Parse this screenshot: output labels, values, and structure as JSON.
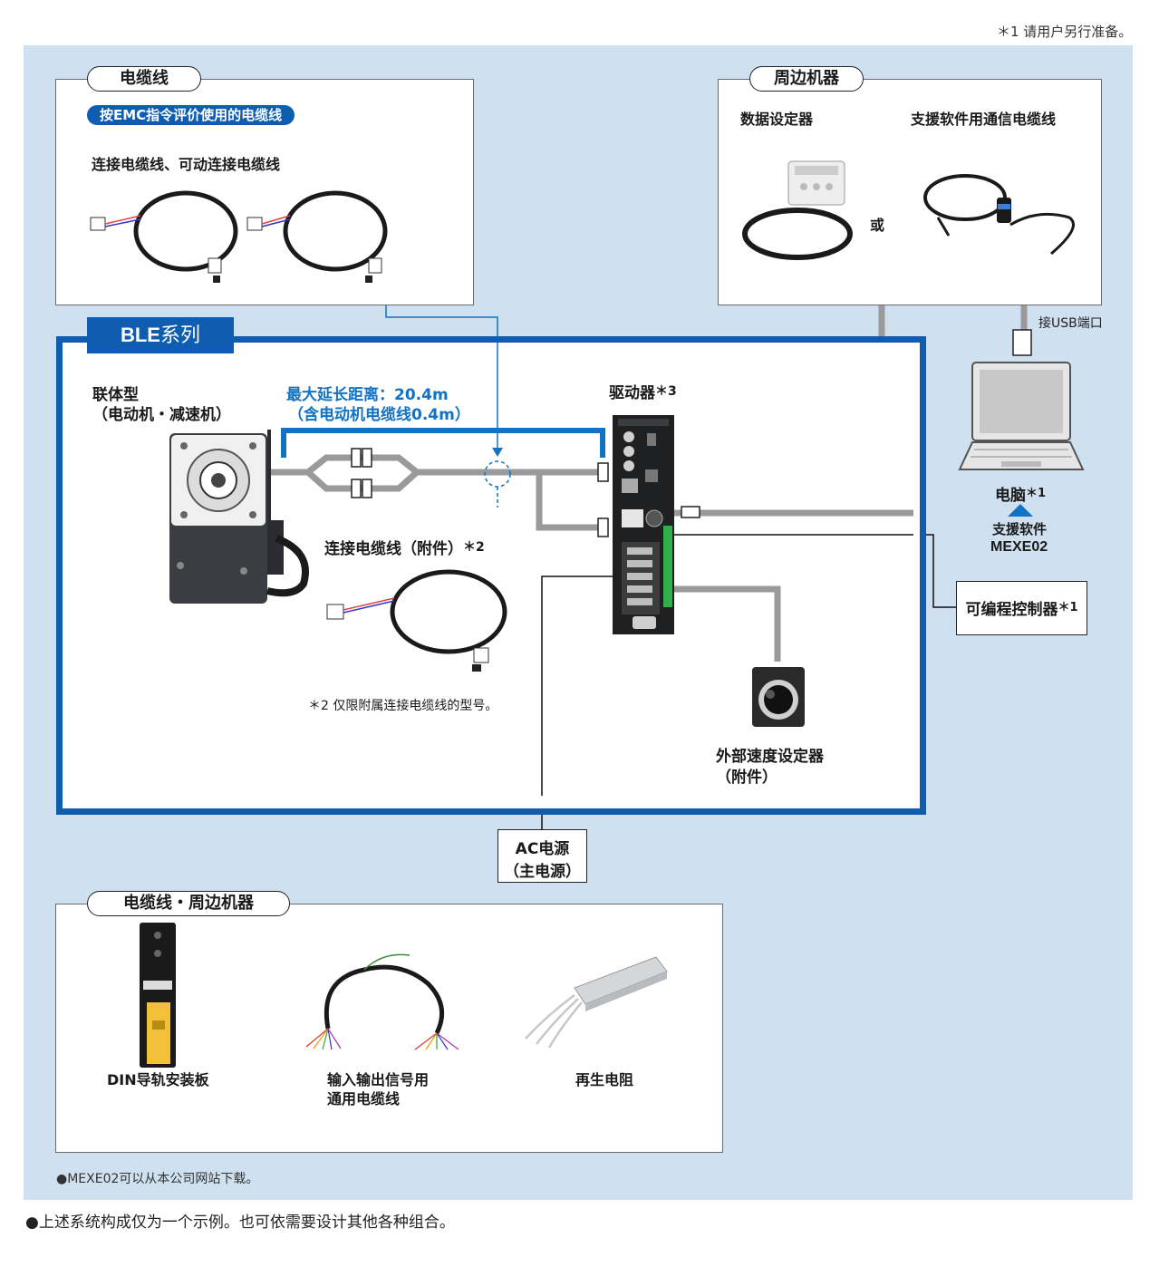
{
  "footnote_top": "＊1 请用户另行准备。",
  "cables_panel": {
    "title": "电缆线",
    "emc_badge": "按EMC指令评价使用的电缆线",
    "subtitle": "连接电缆线、可动连接电缆线"
  },
  "peripherals_panel": {
    "title": "周边机器",
    "item1": "数据设定器",
    "item2": "支援软件用通信电缆线",
    "or": "或"
  },
  "usb_label": "接USB端口",
  "pc": {
    "label": "电脑",
    "label_mark": "＊1",
    "software_label": "支援软件",
    "software_name": "MEXE02"
  },
  "ble": {
    "title_bold": "BLE",
    "title_rest": "系列",
    "motor_line1": "联体型",
    "motor_line2": "（电动机・减速机）",
    "max_ext_line1": "最大延长距离：20.4m",
    "max_ext_line2": "（含电动机电缆线0.4m）",
    "driver_label": "驱动器",
    "driver_mark": "＊3",
    "conn_cable_label": "连接电缆线（附件）",
    "conn_cable_mark": "＊2",
    "note2": "＊2 仅限附属连接电缆线的型号。",
    "speed_setter_line1": "外部速度设定器",
    "speed_setter_line2": "（附件）"
  },
  "plc": {
    "label": "可编程控制器",
    "mark": "＊1"
  },
  "ac": {
    "line1": "AC电源",
    "line2": "（主电源）"
  },
  "accessories_panel": {
    "title": "电缆线・周边机器",
    "item1": "DIN导轨安装板",
    "item2_line1": "输入输出信号用",
    "item2_line2": "通用电缆线",
    "item3": "再生电阻"
  },
  "note_download": "●MEXE02可以从本公司网站下载。",
  "bottom_note": "●上述系统构成仅为一个示例。也可依需要设计其他各种组合。",
  "colors": {
    "bg_panel": "#cfe0f0",
    "ble_blue": "#0e5db0",
    "accent_blue": "#1272c4",
    "badge_blue": "#0e5db0",
    "line_gray": "#9a9a9a"
  }
}
